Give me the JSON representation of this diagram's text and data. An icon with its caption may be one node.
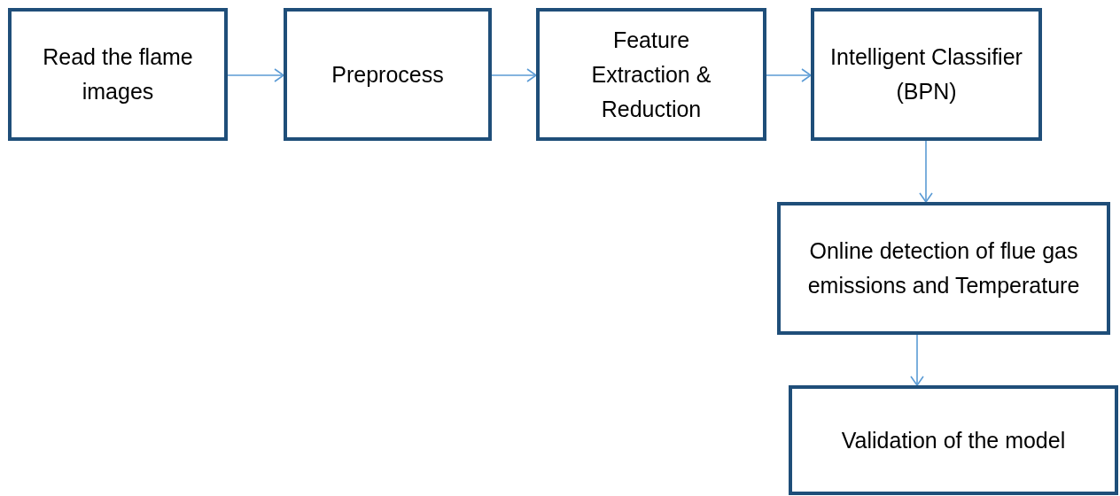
{
  "diagram": {
    "nodes": [
      {
        "text": [
          "Read the flame images"
        ]
      },
      {
        "text": [
          "Preprocess"
        ]
      },
      {
        "text": [
          "Feature Extraction & Reduction"
        ]
      },
      {
        "text": [
          "Intelligent Classifier (BPN)"
        ]
      },
      {
        "text": [
          "Online detection of flue gas emissions and Temperature"
        ]
      },
      {
        "text": [
          "Validation of the model"
        ]
      }
    ],
    "edges": [
      {
        "from": 0,
        "to": 1,
        "arrow": "to"
      },
      {
        "from": 1,
        "to": 2,
        "arrow": "to"
      },
      {
        "from": 2,
        "to": 3,
        "arrow": "to"
      },
      {
        "from": 3,
        "to": 4,
        "arrow": "to"
      },
      {
        "from": 4,
        "to": 5,
        "arrow": "to"
      }
    ]
  }
}
